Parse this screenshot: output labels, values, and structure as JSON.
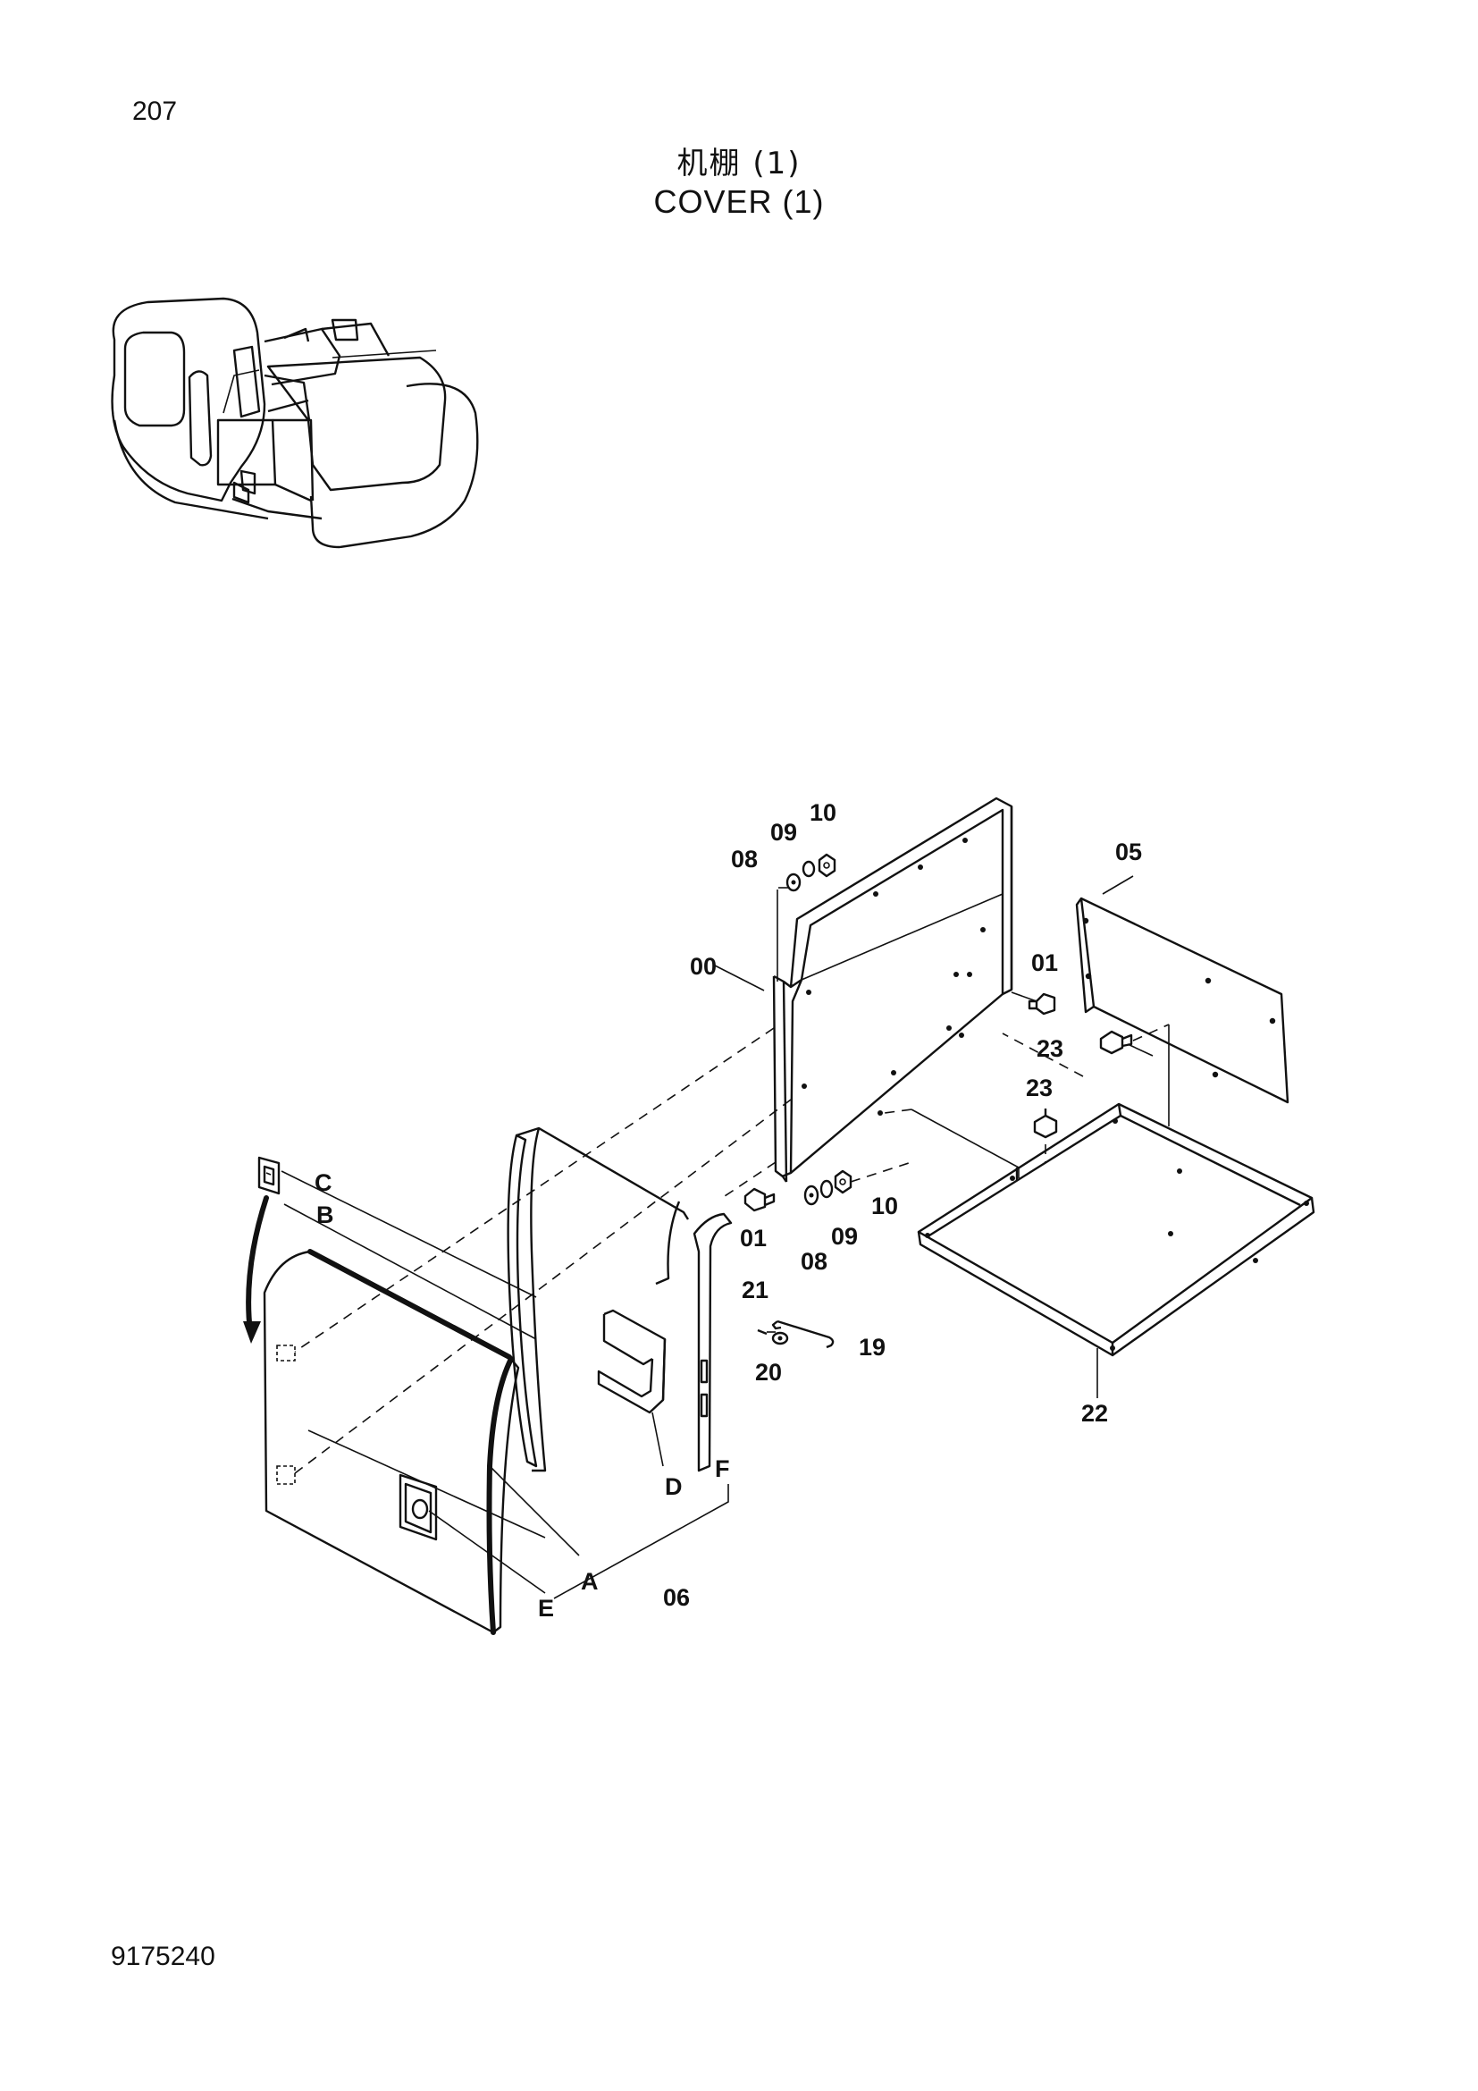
{
  "page_number": "207",
  "title_cn": "机棚 (1)",
  "title_en": "COVER (1)",
  "document_number": "9175240",
  "part_labels": {
    "p00": "00",
    "p01a": "01",
    "p01b": "01",
    "p05": "05",
    "p06": "06",
    "p08a": "08",
    "p08b": "08",
    "p09a": "09",
    "p09b": "09",
    "p10a": "10",
    "p10b": "10",
    "p19": "19",
    "p20": "20",
    "p21": "21",
    "p22": "22",
    "p23a": "23",
    "p23b": "23"
  },
  "ref_letters": {
    "A": "A",
    "B": "B",
    "C": "C",
    "D": "D",
    "E": "E",
    "F": "F"
  }
}
